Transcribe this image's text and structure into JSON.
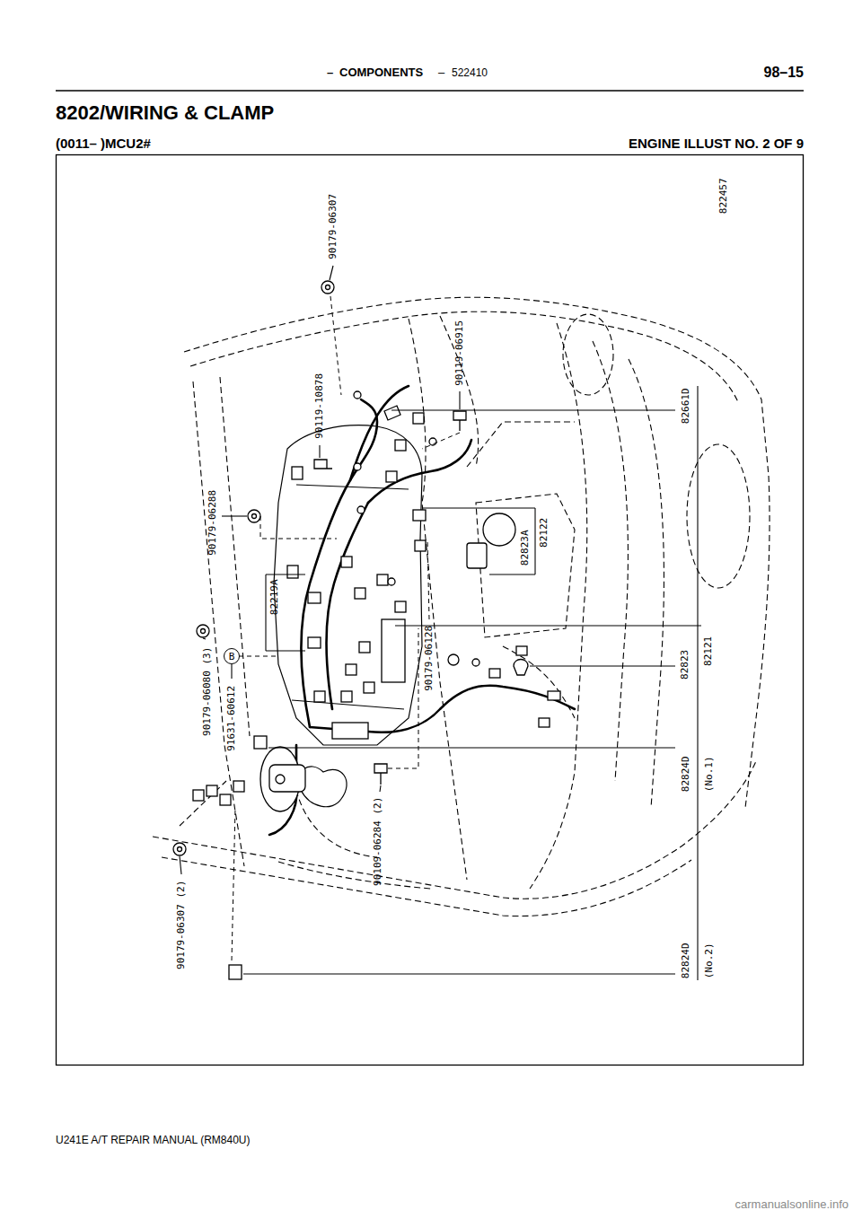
{
  "diagram": {
    "title": "8202/WIRING & CLAMP",
    "nodes": [
      {
        "text": [
          "B"
        ]
      }
    ],
    "labels": [
      "–",
      "COMPONENTS",
      "–",
      "522410",
      "98–15",
      "(0011– )MCU2#",
      "ENGINE ILLUST NO. 2 OF 9",
      "822457",
      "90179-06307",
      "90119-06915",
      "90119-10878",
      "82661D",
      "90179-06288",
      "82122",
      "82823A",
      "82219A",
      "90179-06128",
      "82823",
      "82121",
      "90179-06080 (3)",
      "91631-60612",
      "82824D",
      "(No.1)",
      "90109-06284 (2)",
      "90179-06307 (2)",
      "82824D",
      "(No.2)",
      "U241E A/T REPAIR MANUAL (RM840U)",
      "carmanualsonline.info"
    ]
  }
}
